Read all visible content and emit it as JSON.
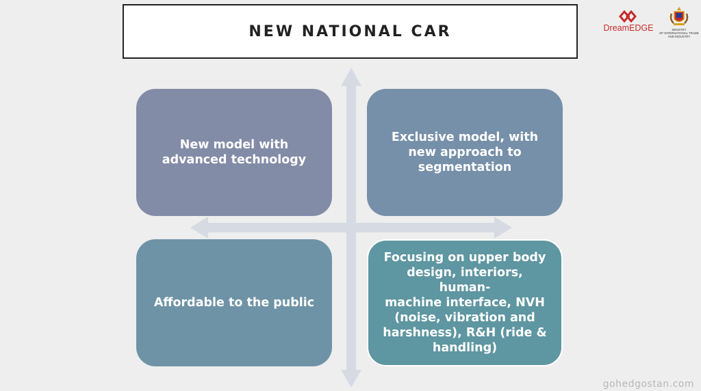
{
  "title": "NEW NATIONAL CAR",
  "logos": {
    "dreamedge": "DreamEDGE",
    "ministry_lines": [
      "MINISTRY",
      "OF INTERNATIONAL TRADE",
      "AND INDUSTRY"
    ]
  },
  "quadrants": {
    "top_left": "New model with\nadvanced technology",
    "top_right": "Exclusive model, with\nnew approach to\nsegmentation",
    "bottom_left": "Affordable to the public",
    "bottom_right": "Focusing on upper body\ndesign, interiors, human-\nmachine interface, NVH\n(noise, vibration and\nharshness), R&H (ride &\nhandling)"
  },
  "watermark": "gohedgostan.com",
  "colors": {
    "background": "#eeeeee",
    "quad_top_left": "#828ca7",
    "quad_top_right": "#7690a9",
    "quad_bottom_left": "#6f93a6",
    "quad_bottom_right": "#5e96a1",
    "axis": "#d6dae2",
    "brand_red": "#c62a2a"
  }
}
